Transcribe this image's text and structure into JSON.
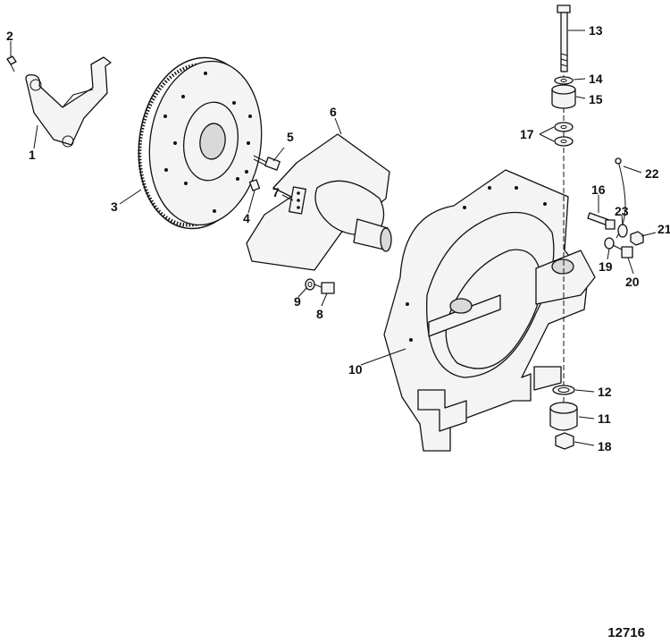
{
  "diagram": {
    "reference_number": "12716",
    "callouts": [
      {
        "id": "c1",
        "label": "1"
      },
      {
        "id": "c2",
        "label": "2"
      },
      {
        "id": "c3",
        "label": "3"
      },
      {
        "id": "c4",
        "label": "4"
      },
      {
        "id": "c5",
        "label": "5"
      },
      {
        "id": "c6",
        "label": "6"
      },
      {
        "id": "c7",
        "label": "7"
      },
      {
        "id": "c8",
        "label": "8"
      },
      {
        "id": "c9",
        "label": "9"
      },
      {
        "id": "c10",
        "label": "10"
      },
      {
        "id": "c11",
        "label": "11"
      },
      {
        "id": "c12",
        "label": "12"
      },
      {
        "id": "c13",
        "label": "13"
      },
      {
        "id": "c14",
        "label": "14"
      },
      {
        "id": "c15",
        "label": "15"
      },
      {
        "id": "c16",
        "label": "16"
      },
      {
        "id": "c17",
        "label": "17"
      },
      {
        "id": "c18",
        "label": "18"
      },
      {
        "id": "c19",
        "label": "19"
      },
      {
        "id": "c20",
        "label": "20"
      },
      {
        "id": "c21",
        "label": "21"
      },
      {
        "id": "c22",
        "label": "22"
      },
      {
        "id": "c23",
        "label": "23"
      }
    ]
  }
}
